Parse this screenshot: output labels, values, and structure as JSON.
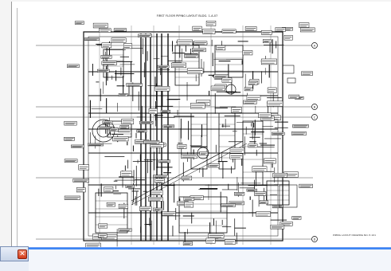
{
  "viewer": {
    "drawing_title": "FIRST FLOOR PIPING LAYOUT BLDG. 1-A-07",
    "bottom_note": "PIPING LAYOUT DRAWING NO. P-101",
    "grid_bubbles": [
      "A",
      "B",
      "C",
      "D"
    ]
  },
  "popup": {
    "close_label": "✕"
  },
  "colors": {
    "taskbar": "#1f5fd6",
    "close_button": "#d23b1a"
  }
}
